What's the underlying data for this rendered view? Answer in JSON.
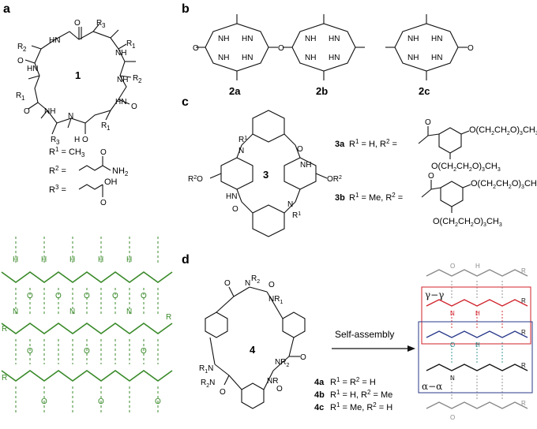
{
  "panels": {
    "a": "a",
    "b": "b",
    "c": "c",
    "d": "d"
  },
  "compound1": {
    "number": "1",
    "atoms": {
      "nh": "NH",
      "hn": "HN",
      "n": "N",
      "h": "H",
      "o": "O",
      "r1": "R",
      "r2": "R",
      "r3": "R",
      "sub1": "1",
      "sub2": "2",
      "sub3": "3"
    }
  },
  "definitions": {
    "r1": "R",
    "r1_sup": "1",
    "r1_val": " = CH",
    "r1_sub": "3",
    "r2": "R",
    "r2_sup": "2",
    "r2_eq": " =",
    "r2_group": "NH",
    "r2_group_sub": "2",
    "r3": "R",
    "r3_sup": "3",
    "r3_eq": " =",
    "r3_group": "OH"
  },
  "compound2": {
    "labels": [
      "2a",
      "2b",
      "2c"
    ],
    "nh": "NH",
    "hn": "HN",
    "o": "O"
  },
  "compound3": {
    "number": "3",
    "r1": "R",
    "r1_sup": "1",
    "r2o": "R",
    "r2_sup": "2",
    "o_suffix": "O",
    "or2": "OR",
    "nh": "NH",
    "hn": "HN",
    "n": "N",
    "o": "O",
    "label_3a": "3a",
    "label_3b": "3b",
    "def_3a": "R",
    "def_3a_rest": " = H, R",
    "def_3a_end": " =",
    "def_3b": "R",
    "def_3b_rest": " = Me, R",
    "def_3b_end": " =",
    "peg": "O(CH",
    "peg_2": "2",
    "peg_mid": "CH",
    "peg_mid2": "2",
    "peg_o": "O)",
    "peg_3": "3",
    "peg_ch": "CH",
    "peg_ch3": "3"
  },
  "compound4": {
    "number": "4",
    "n": "N",
    "r1": "R",
    "r2": "R",
    "sub1": "1",
    "sub2": "2",
    "o": "O",
    "r": "R",
    "label_4a": "4a",
    "label_4b": "4b",
    "label_4c": "4c",
    "def_4a": "R",
    "def_4a_rest": " = R",
    "def_4a_end": " = H",
    "def_4b": "R",
    "def_4b_rest": " = H, R",
    "def_4b_end": " = Me",
    "def_4c": "R",
    "def_4c_rest": " = Me, R",
    "def_4c_end": " = H"
  },
  "self_assembly": {
    "arrow_label": "Self-assembly",
    "gamma_label": "γ−γ",
    "alpha_label": "α−α",
    "atoms": {
      "o": "O",
      "h": "H",
      "n": "N",
      "r": "R"
    }
  },
  "sheet": {
    "atoms": {
      "o": "O",
      "h": "H",
      "n": "N",
      "r": "R"
    }
  },
  "colors": {
    "green": "#3a8a2a",
    "red": "#d0202a",
    "blue": "#2a3a8a",
    "grey": "#888888",
    "teal": "#2a8a8a"
  }
}
